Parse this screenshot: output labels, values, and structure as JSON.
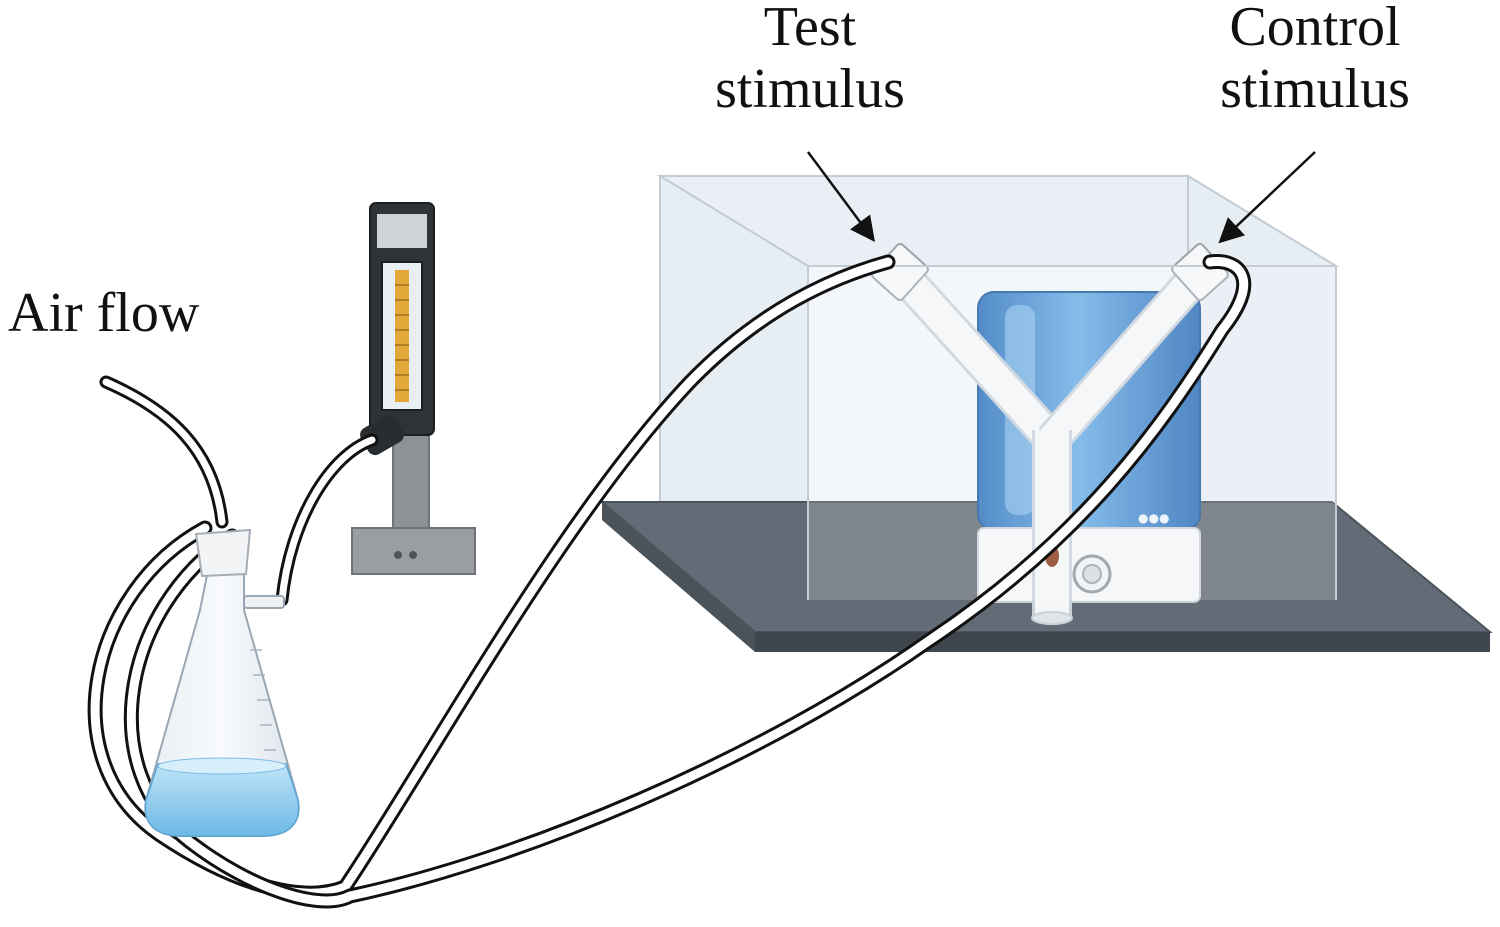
{
  "labels": {
    "air_flow": "Air flow",
    "test_stimulus": [
      "Test",
      "stimulus"
    ],
    "control_stimulus": [
      "Control",
      "stimulus"
    ]
  },
  "colors": {
    "tubing_outline": "#111111",
    "tubing_fill": "#ffffff",
    "platform": "#5f6873",
    "glass_box": "#eef3f8",
    "glass_edge": "#b9c3cd",
    "water": "#7fc3ea",
    "humidifier_blue": "#3a86cf",
    "flowmeter_body": "#2f3336",
    "flowmeter_scale": "#e2a93a",
    "stand_gray": "#8e9296",
    "y_tube": "#f2f4f6",
    "insect": "#8a3a1c"
  }
}
